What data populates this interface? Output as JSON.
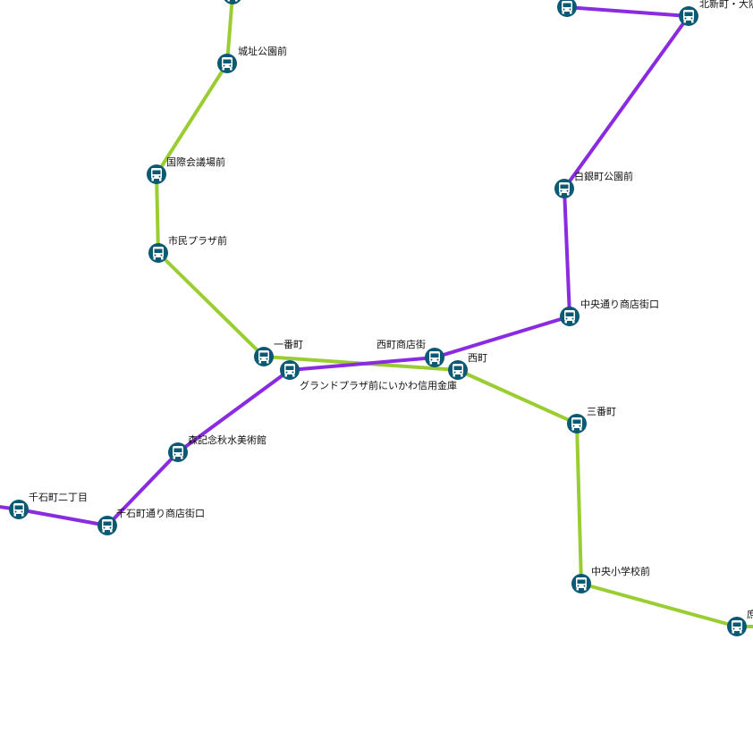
{
  "colors": {
    "background": "#ffffff",
    "green_line": "#9acd32",
    "purple_line": "#8a2be2",
    "stop_marker": "#0b5a73",
    "label_text": "#111111"
  },
  "stop_icon": "bus-icon",
  "stops": [
    {
      "id": "gr-top",
      "label": ""
    },
    {
      "id": "joshi-koen-mae",
      "label": "城址公園前"
    },
    {
      "id": "kokusai-kaigijo-mae",
      "label": "国際会議場前"
    },
    {
      "id": "shimin-plaza-mae",
      "label": "市民プラザ前"
    },
    {
      "id": "ichibancho",
      "label": "一番町"
    },
    {
      "id": "nishimachi-shotengai",
      "label": "西町商店街"
    },
    {
      "id": "nishimachi",
      "label": "西町"
    },
    {
      "id": "grand-plaza-mae",
      "label": "グランドプラザ前にいかわ信用金庫"
    },
    {
      "id": "sanbancho",
      "label": "三番町"
    },
    {
      "id": "chuo-shogakko-mae",
      "label": "中央小学校前"
    },
    {
      "id": "right-edge-stop",
      "label": "庶"
    },
    {
      "id": "top-purple-stop",
      "label": ""
    },
    {
      "id": "kitashinmachi",
      "label": "北新町・大阪"
    },
    {
      "id": "shiroganecho-koen-mae",
      "label": "白銀町公園前"
    },
    {
      "id": "chuo-dori-shotengai-guchi",
      "label": "中央通り商店街口"
    },
    {
      "id": "mori-kinen-museum",
      "label": "森記念秋水美術館"
    },
    {
      "id": "sengokumachi-dori",
      "label": "千石町通り商店街口"
    },
    {
      "id": "sengokumachi-2",
      "label": "千石町二丁目"
    }
  ],
  "routes": [
    {
      "id": "green-route",
      "color_key": "green_line",
      "stops": [
        "gr-top",
        "joshi-koen-mae",
        "kokusai-kaigijo-mae",
        "shimin-plaza-mae",
        "ichibancho",
        "nishimachi",
        "sanbancho",
        "chuo-shogakko-mae",
        "right-edge-stop"
      ]
    },
    {
      "id": "purple-route",
      "color_key": "purple_line",
      "stops": [
        "top-purple-stop",
        "kitashinmachi",
        "shiroganecho-koen-mae",
        "chuo-dori-shotengai-guchi",
        "nishimachi-shotengai",
        "grand-plaza-mae",
        "mori-kinen-museum",
        "sengokumachi-dori",
        "sengokumachi-2"
      ]
    }
  ]
}
